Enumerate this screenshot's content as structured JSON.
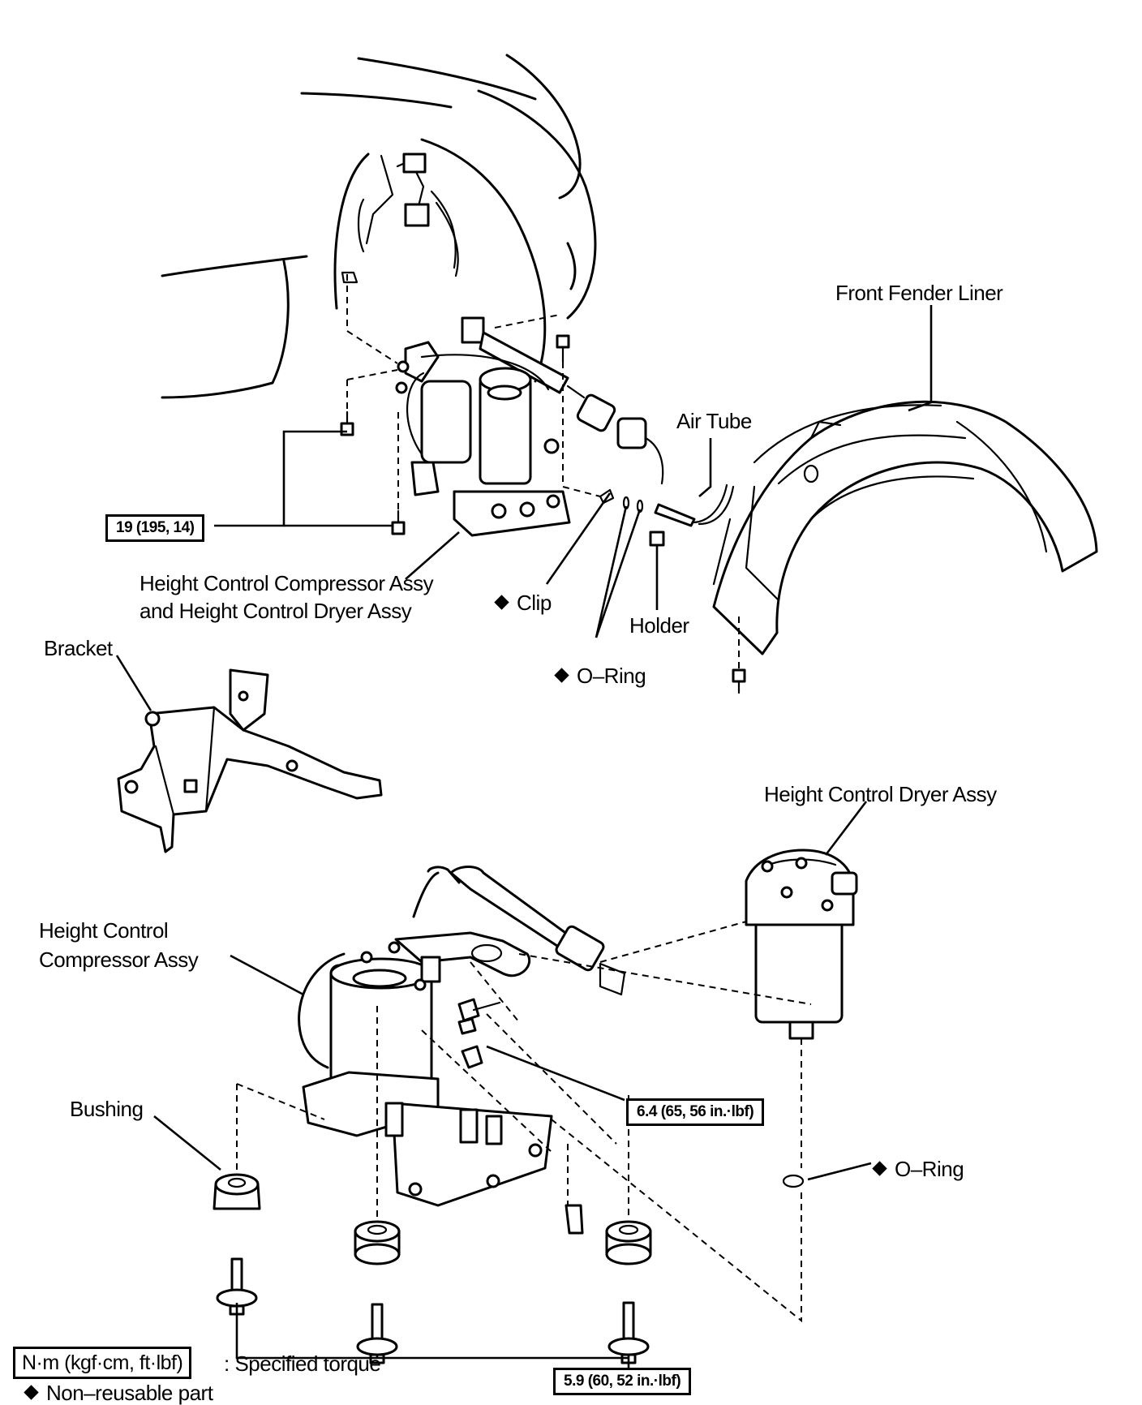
{
  "labels": {
    "front_fender_liner": "Front Fender Liner",
    "air_tube": "Air Tube",
    "clip": "Clip",
    "holder": "Holder",
    "o_ring_upper": "O–Ring",
    "assy_line1": "Height Control Compressor Assy",
    "assy_line2": "and Height Control Dryer Assy",
    "bracket": "Bracket",
    "dryer_assy": "Height Control Dryer Assy",
    "compressor_line1": "Height Control",
    "compressor_line2": "Compressor Assy",
    "bushing": "Bushing",
    "o_ring_lower": "O–Ring"
  },
  "torque": {
    "upper": "19 (195, 14)",
    "middle": "6.4 (65, 56 in.·lbf)",
    "lower": "5.9 (60, 52 in.·lbf)"
  },
  "legend": {
    "unit_box": "N·m (kgf·cm, ft·lbf)",
    "unit_text": ": Specified torque",
    "non_reusable": "Non–reusable part"
  }
}
